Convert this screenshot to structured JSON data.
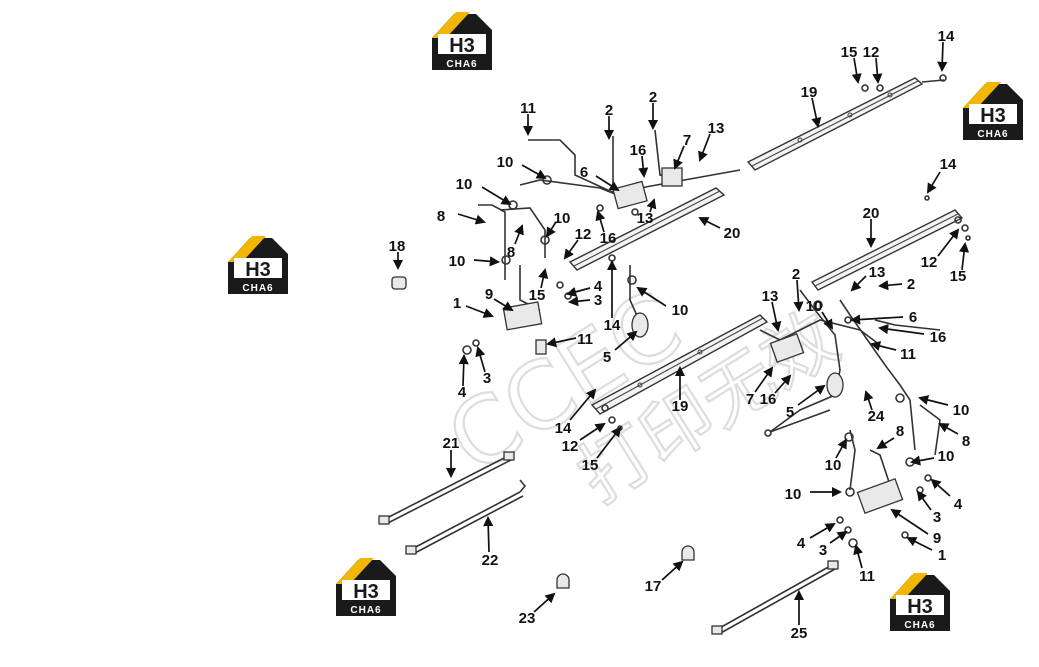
{
  "brand": {
    "logo_top": "H3",
    "logo_bottom": "CHA6",
    "roof_color": "#f2b705",
    "box_color": "#1a1a1a"
  },
  "watermark": {
    "line1": "CCEC",
    "line2": "打印无效"
  },
  "callouts": [
    {
      "id": "c11a",
      "text": "11"
    },
    {
      "id": "c2a",
      "text": "2"
    },
    {
      "id": "c2b",
      "text": "2"
    },
    {
      "id": "c13a",
      "text": "13"
    },
    {
      "id": "c16a",
      "text": "16"
    },
    {
      "id": "c7a",
      "text": "7"
    },
    {
      "id": "c10a",
      "text": "10"
    },
    {
      "id": "c6a",
      "text": "6"
    },
    {
      "id": "c10b",
      "text": "10"
    },
    {
      "id": "c13b",
      "text": "13"
    },
    {
      "id": "c8a",
      "text": "8"
    },
    {
      "id": "c10c",
      "text": "10"
    },
    {
      "id": "c16b",
      "text": "16"
    },
    {
      "id": "c20a",
      "text": "20"
    },
    {
      "id": "c8b",
      "text": "8"
    },
    {
      "id": "c12a",
      "text": "12"
    },
    {
      "id": "c10d",
      "text": "10"
    },
    {
      "id": "c18",
      "text": "18"
    },
    {
      "id": "c15a",
      "text": "15"
    },
    {
      "id": "c4a",
      "text": "4"
    },
    {
      "id": "c3a",
      "text": "3"
    },
    {
      "id": "c1a",
      "text": "1"
    },
    {
      "id": "c9a",
      "text": "9"
    },
    {
      "id": "c14a",
      "text": "14"
    },
    {
      "id": "c10e",
      "text": "10"
    },
    {
      "id": "c11b",
      "text": "11"
    },
    {
      "id": "c5a",
      "text": "5"
    },
    {
      "id": "c4b",
      "text": "4"
    },
    {
      "id": "c3b",
      "text": "3"
    },
    {
      "id": "c15b",
      "text": "15"
    },
    {
      "id": "c12b",
      "text": "12"
    },
    {
      "id": "c14b",
      "text": "14"
    },
    {
      "id": "c19a",
      "text": "19"
    },
    {
      "id": "c14c",
      "text": "14"
    },
    {
      "id": "c20b",
      "text": "20"
    },
    {
      "id": "c12c",
      "text": "12"
    },
    {
      "id": "c15c",
      "text": "15"
    },
    {
      "id": "c13c",
      "text": "13"
    },
    {
      "id": "c2c",
      "text": "2"
    },
    {
      "id": "c2d",
      "text": "2"
    },
    {
      "id": "c10f",
      "text": "10"
    },
    {
      "id": "c13d",
      "text": "13"
    },
    {
      "id": "c6b",
      "text": "6"
    },
    {
      "id": "c16c",
      "text": "16"
    },
    {
      "id": "c11c",
      "text": "11"
    },
    {
      "id": "c7b",
      "text": "7"
    },
    {
      "id": "c16d",
      "text": "16"
    },
    {
      "id": "c5b",
      "text": "5"
    },
    {
      "id": "c24",
      "text": "24"
    },
    {
      "id": "c10g",
      "text": "10"
    },
    {
      "id": "c19b",
      "text": "19"
    },
    {
      "id": "c14d",
      "text": "14"
    },
    {
      "id": "c12d",
      "text": "12"
    },
    {
      "id": "c15d",
      "text": "15"
    },
    {
      "id": "c8c",
      "text": "8"
    },
    {
      "id": "c10h",
      "text": "10"
    },
    {
      "id": "c8d",
      "text": "8"
    },
    {
      "id": "c10i",
      "text": "10"
    },
    {
      "id": "c10j",
      "text": "10"
    },
    {
      "id": "c21",
      "text": "21"
    },
    {
      "id": "c22",
      "text": "22"
    },
    {
      "id": "c3c",
      "text": "3"
    },
    {
      "id": "c4c",
      "text": "4"
    },
    {
      "id": "c9b",
      "text": "9"
    },
    {
      "id": "c4d",
      "text": "4"
    },
    {
      "id": "c3d",
      "text": "3"
    },
    {
      "id": "c1b",
      "text": "1"
    },
    {
      "id": "c11d",
      "text": "11"
    },
    {
      "id": "c17",
      "text": "17"
    },
    {
      "id": "c23",
      "text": "23"
    },
    {
      "id": "c25",
      "text": "25"
    }
  ]
}
